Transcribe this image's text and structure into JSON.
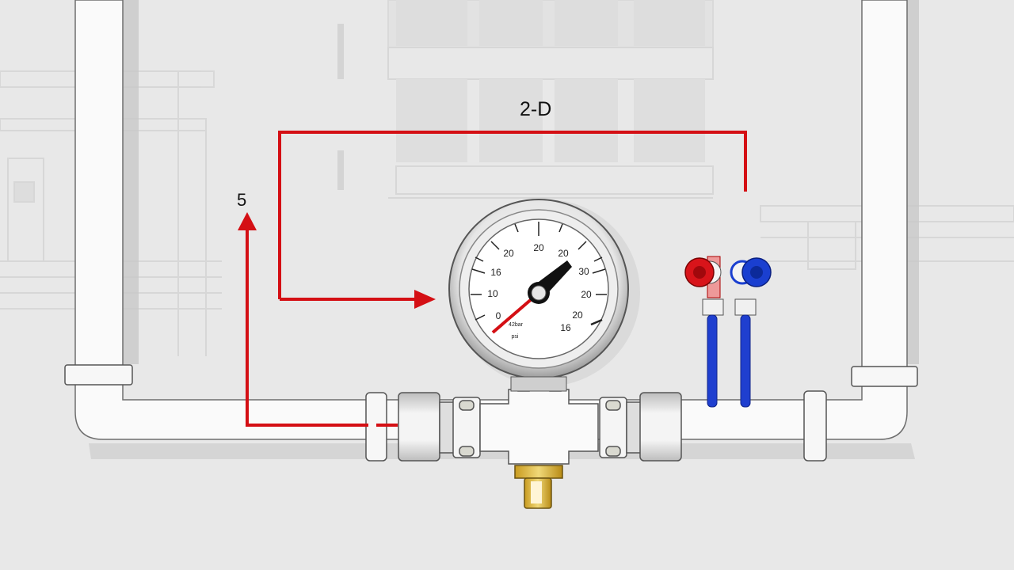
{
  "diagram": {
    "subject": "pressure gauge installation on horizontal pipe run",
    "labels": {
      "top_dimension": "2-D",
      "vertical_arrow": "5"
    },
    "gauge": {
      "dial_numbers": [
        "0",
        "10",
        "16",
        "20",
        "20",
        "20",
        "30",
        "20",
        "20",
        "16"
      ],
      "dial_numbers_positions": [
        {
          "text": "0",
          "pos": "lower-left"
        },
        {
          "text": "10",
          "pos": "left"
        },
        {
          "text": "16",
          "pos": "upper-left"
        },
        {
          "text": "20",
          "pos": "top-left"
        },
        {
          "text": "20",
          "pos": "top"
        },
        {
          "text": "20",
          "pos": "top-right"
        },
        {
          "text": "30",
          "pos": "right-upper"
        },
        {
          "text": "20",
          "pos": "right"
        },
        {
          "text": "20",
          "pos": "lower-right"
        },
        {
          "text": "16",
          "pos": "bottom-right"
        }
      ],
      "unit_text_1": "42bar",
      "unit_text_2": "psi"
    },
    "valves": [
      {
        "name": "hot",
        "color": "#d8141a"
      },
      {
        "name": "cold",
        "color": "#1a3fd0"
      }
    ],
    "colors": {
      "background": "#e8e8e8",
      "arrow_red": "#d40f14",
      "pipe_white": "#fafafa",
      "pipe_outline": "#6e6e6e",
      "brass": "#d9b43c",
      "tube_blue": "#1f3fcf"
    }
  }
}
